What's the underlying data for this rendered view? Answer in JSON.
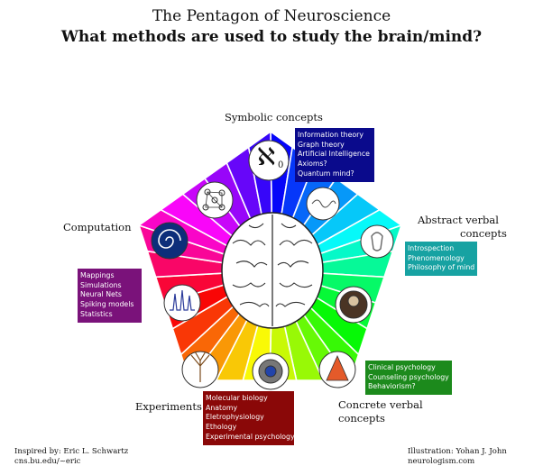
{
  "title_line1": "The Pentagon of Neuroscience",
  "title_line2": "What methods are used to study the brain/mind?",
  "vertices": {
    "symbolic": "Symbolic concepts",
    "abstract_line1": "Abstract verbal",
    "abstract_line2": "concepts",
    "concrete_line1": "Concrete verbal",
    "concrete_line2": "concepts",
    "experiments": "Experiments",
    "computation": "Computation"
  },
  "boxes": {
    "symbolic": [
      "Information theory",
      "Graph theory",
      "Artificial Intelligence",
      "Axioms?",
      "Quantum mind?"
    ],
    "abstract": [
      "Introspection",
      "Phenomenology",
      "Philosophy of mind"
    ],
    "concrete": [
      "Clinical psychology",
      "Counseling psychology",
      "Behaviorism?"
    ],
    "experiments": [
      "Molecular biology",
      "Anatomy",
      "Eletrophysiology",
      "Ethology",
      "Experimental psychology"
    ],
    "computation": [
      "Mappings",
      "Simulations",
      "Neural Nets",
      "Spiking models",
      "Statistics"
    ]
  },
  "icon_text": {
    "aleph": "ℵ",
    "aleph_sub": "0"
  },
  "credits": {
    "inspired": "Inspired by: Eric L. Schwartz",
    "inspired_url": "cns.bu.edu/~eric",
    "illustration": "Illustration: Yohan J. John",
    "illustration_url": "neurologism.com"
  },
  "colors": {
    "symbolic_box": "#0a0a8c",
    "abstract_box": "#17a2a2",
    "concrete_box": "#1c8a1c",
    "experiments_box": "#8a0808",
    "computation_box": "#7a127a"
  }
}
